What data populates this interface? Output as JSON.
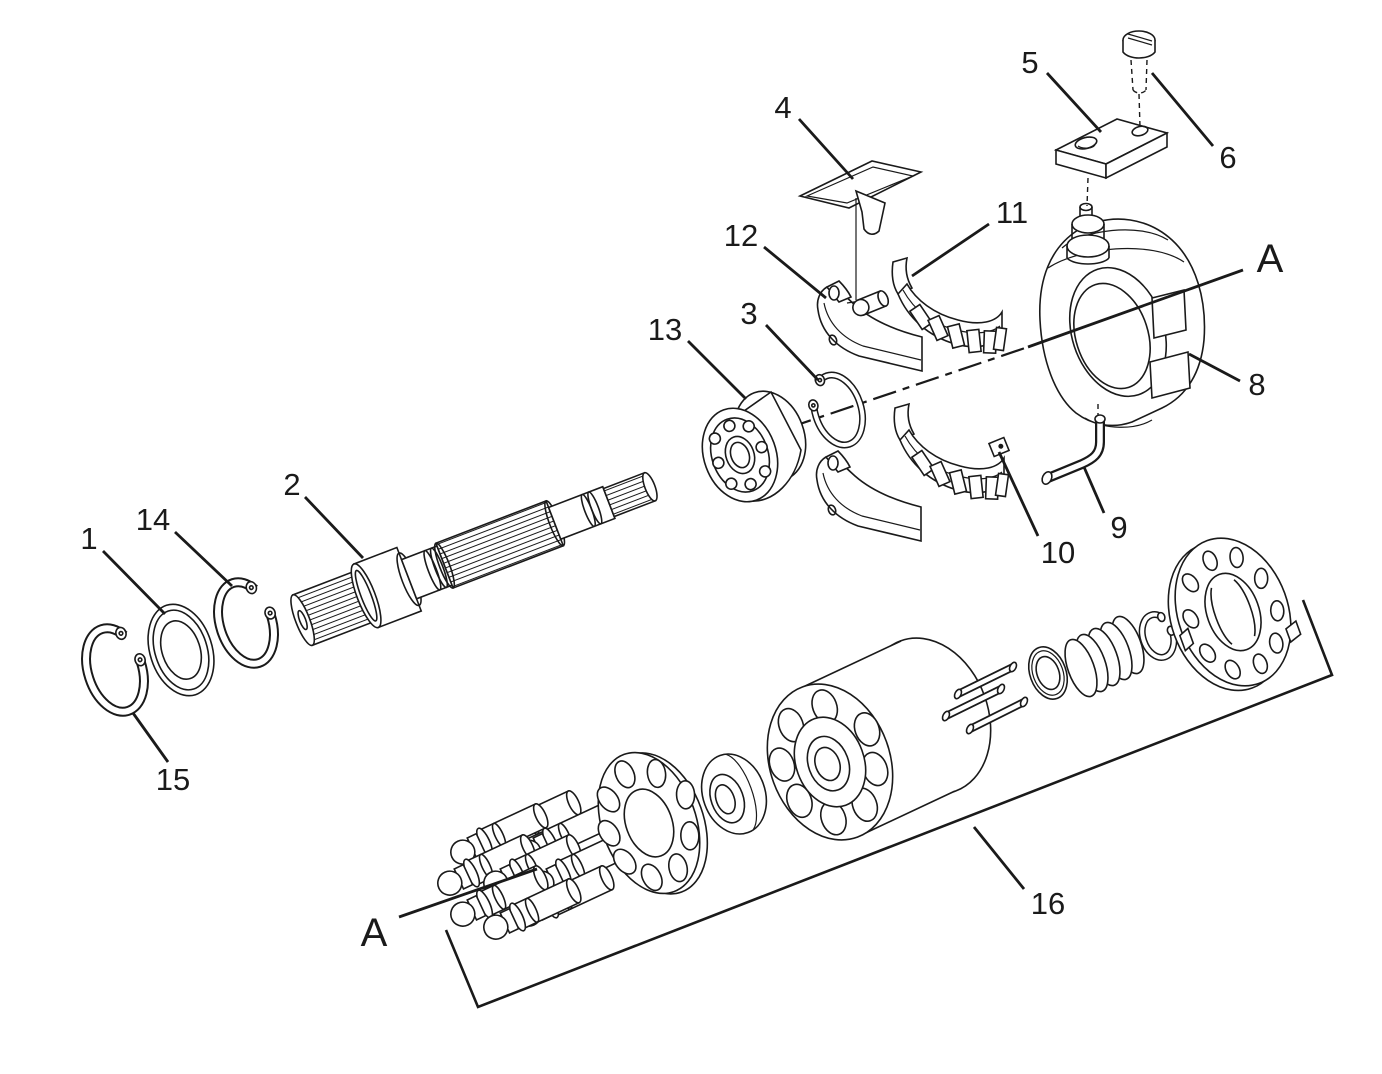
{
  "colors": {
    "line": "#1a1a1a",
    "background": "#ffffff"
  },
  "callouts": [
    {
      "label": "1"
    },
    {
      "label": "2"
    },
    {
      "label": "3"
    },
    {
      "label": "4"
    },
    {
      "label": "5"
    },
    {
      "label": "6"
    },
    {
      "label": "8"
    },
    {
      "label": "9"
    },
    {
      "label": "10"
    },
    {
      "label": "11"
    },
    {
      "label": "12"
    },
    {
      "label": "13"
    },
    {
      "label": "14"
    },
    {
      "label": "15"
    },
    {
      "label": "16"
    }
  ],
  "sections": [
    {
      "label": "A"
    },
    {
      "label": "A"
    }
  ]
}
